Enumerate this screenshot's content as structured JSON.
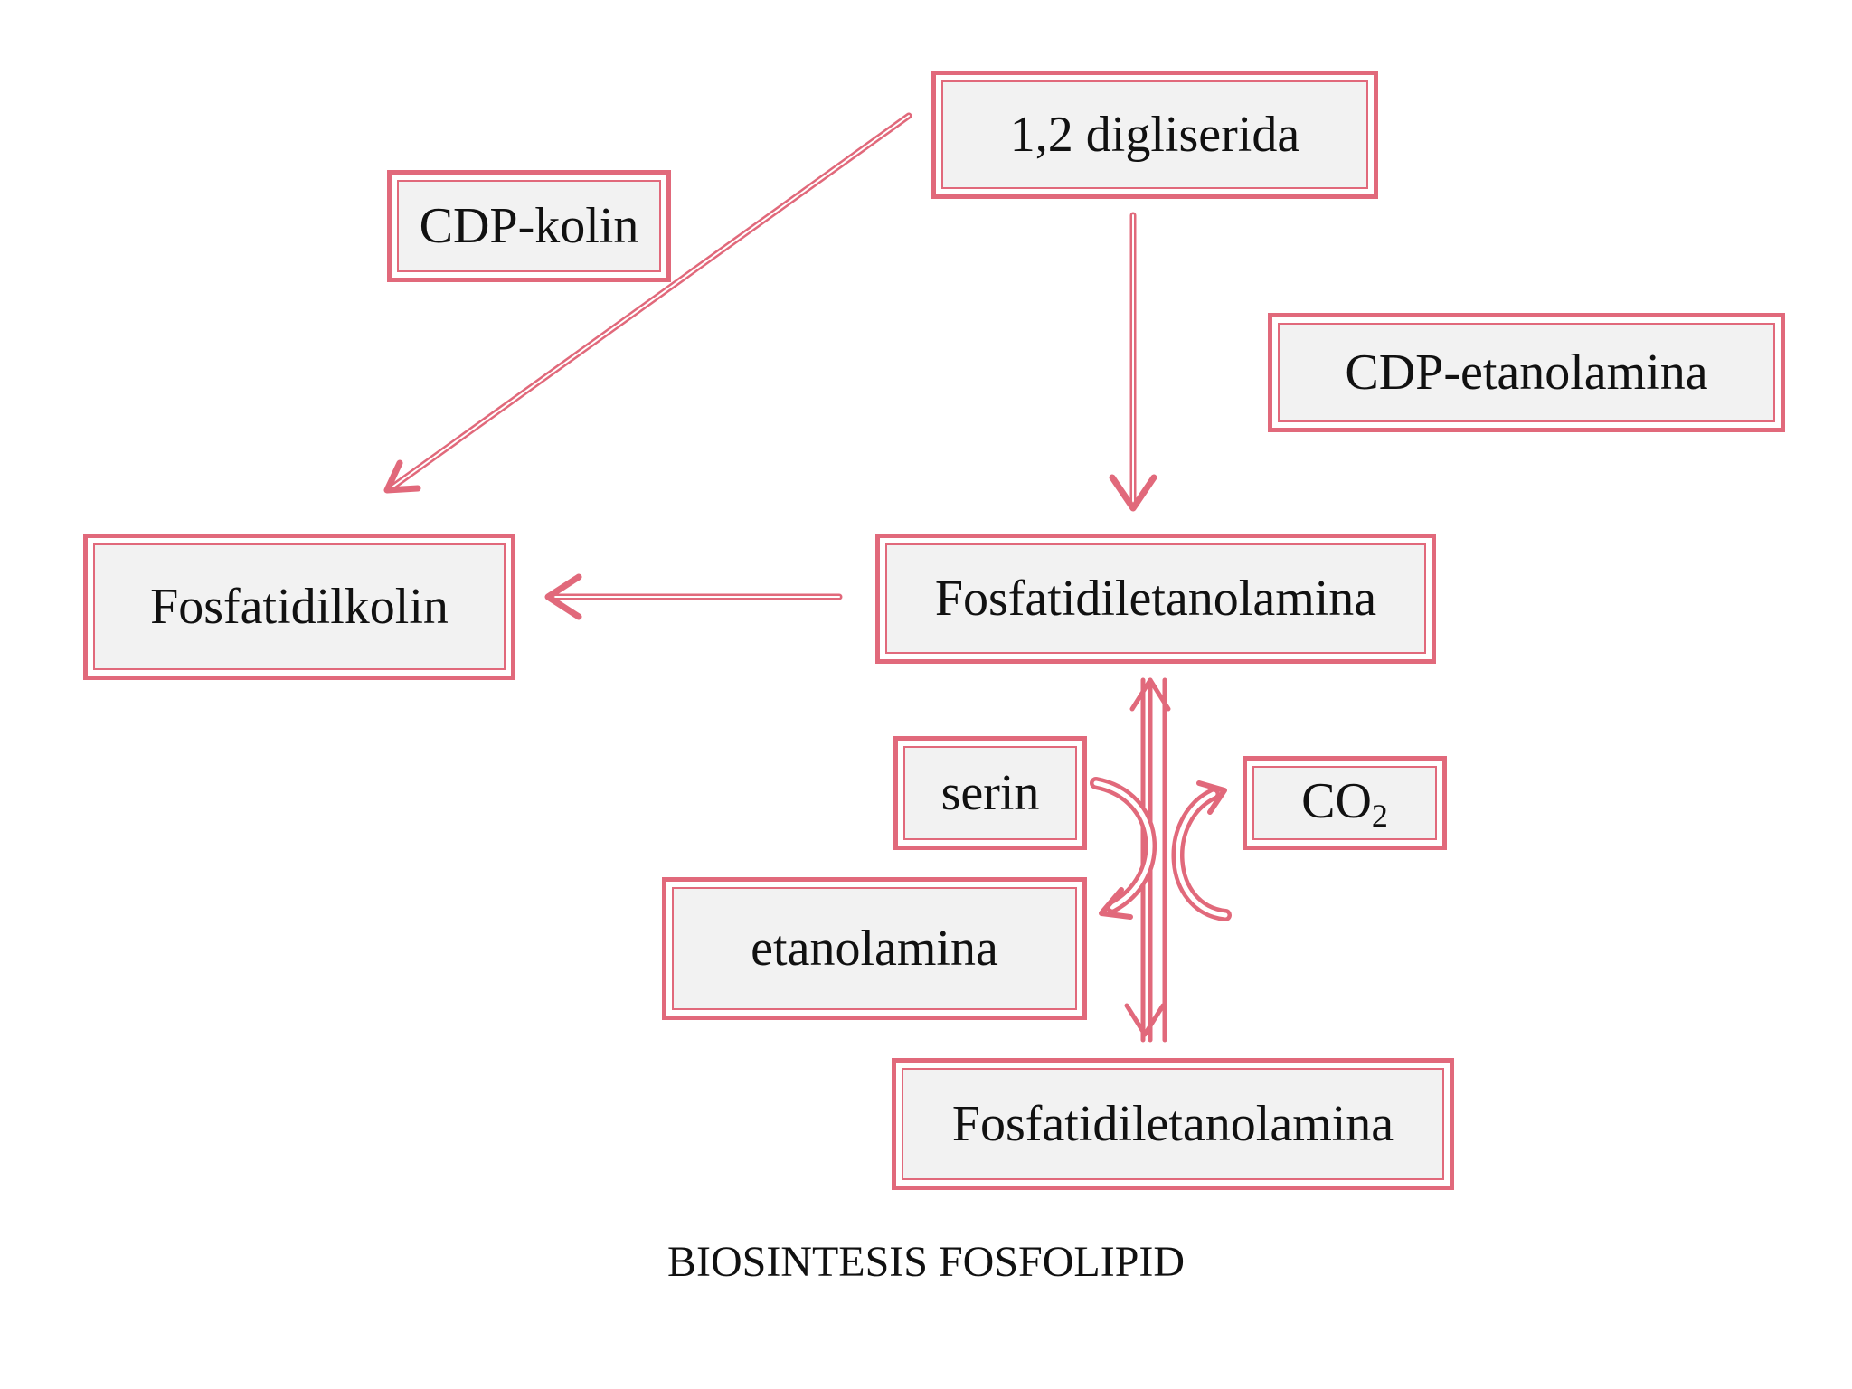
{
  "colors": {
    "accent": "#e1697b",
    "box_fill": "#f2f2f2",
    "text": "#111111"
  },
  "nodes": {
    "digliserida": "1,2 digliserida",
    "cdp_kolin": "CDP-kolin",
    "cdp_etanolamina": "CDP-etanolamina",
    "fosfatidilkolin": "Fosfatidilkolin",
    "fosfatidiletanolamina_top": "Fosfatidiletanolamina",
    "serin": "serin",
    "co2_base": "CO",
    "co2_sub": "2",
    "etanolamina": "etanolamina",
    "fosfatidiletanolamina_bottom": "Fosfatidiletanolamina"
  },
  "caption": "BIOSINTESIS FOSFOLIPID"
}
